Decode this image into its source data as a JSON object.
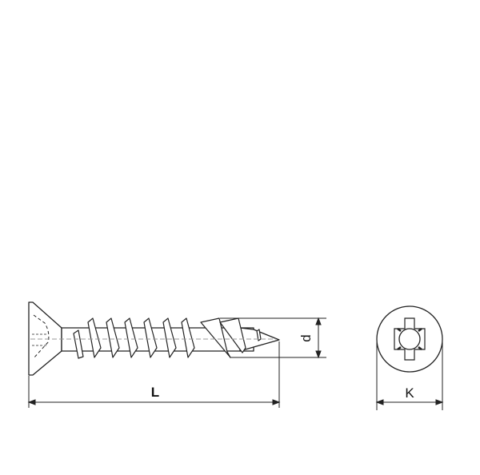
{
  "drawing": {
    "subject": "Countersunk screw with Pozidriv cross recess",
    "views": [
      "side-view",
      "head-end-view"
    ],
    "dimensions": {
      "length_label": "L",
      "diameter_label": "d",
      "head_label": "K"
    },
    "colors": {
      "line": "#222222",
      "centerline": "#999999",
      "background": "#ffffff"
    }
  }
}
